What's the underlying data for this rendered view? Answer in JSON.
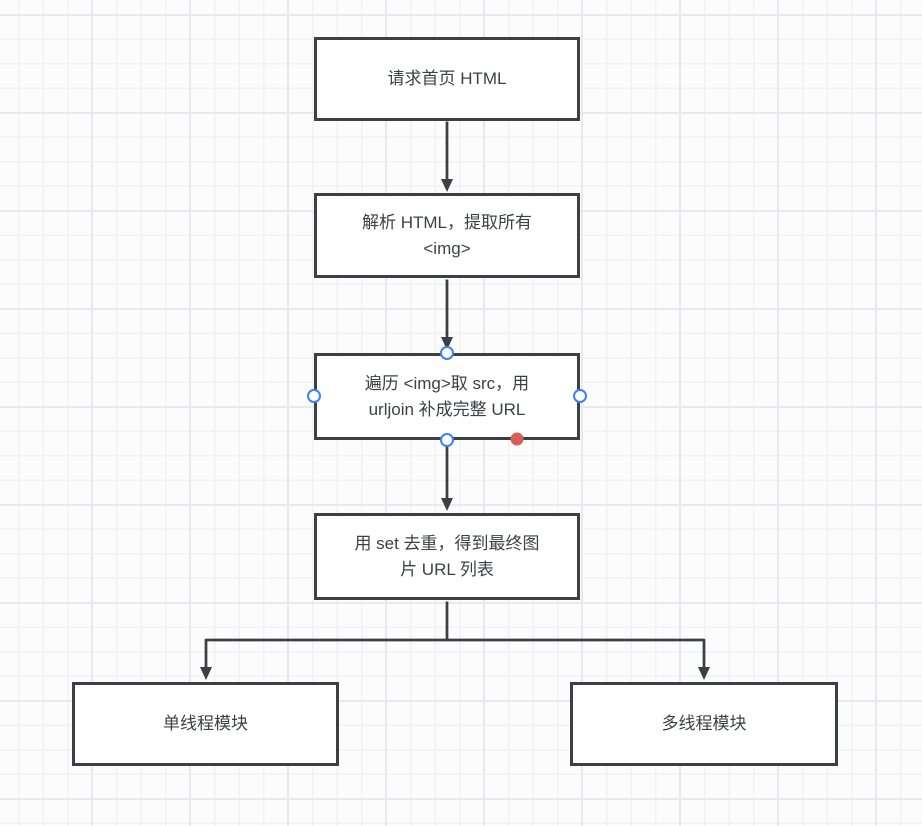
{
  "diagram": {
    "nodes": [
      {
        "name": "request-homepage-html",
        "lines": [
          "请求首页 HTML"
        ]
      },
      {
        "name": "parse-html-extract-img",
        "lines": [
          "解析 HTML，提取所有",
          "<img>"
        ]
      },
      {
        "name": "traverse-img-src-urljoin",
        "lines": [
          "遍历 <img>取 src，用",
          "urljoin 补成完整 URL"
        ]
      },
      {
        "name": "set-dedupe-final-url-list",
        "lines": [
          "用 set 去重，得到最终图",
          "片 URL 列表"
        ]
      },
      {
        "name": "single-thread-module",
        "lines": [
          "单线程模块"
        ]
      },
      {
        "name": "multi-thread-module",
        "lines": [
          "多线程模块"
        ]
      }
    ],
    "colors": {
      "node_border": "#3b4045",
      "node_fill": "#ffffff",
      "node_text": "#3d4147",
      "connector": "#3b4045",
      "selection_handle": "#3b82f6",
      "endpoint_dot": "#d65f5c",
      "grid_minor": "#f2f2f5",
      "grid_major": "#e9e9ed",
      "canvas_bg": "#fcfcfd"
    }
  }
}
